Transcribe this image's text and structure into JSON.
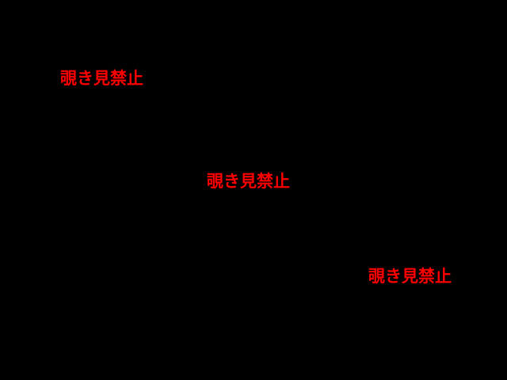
{
  "warnings": [
    {
      "text": "覗き見禁止"
    },
    {
      "text": "覗き見禁止"
    },
    {
      "text": "覗き見禁止"
    }
  ],
  "colors": {
    "background": "#000000",
    "text": "#ff0000"
  }
}
